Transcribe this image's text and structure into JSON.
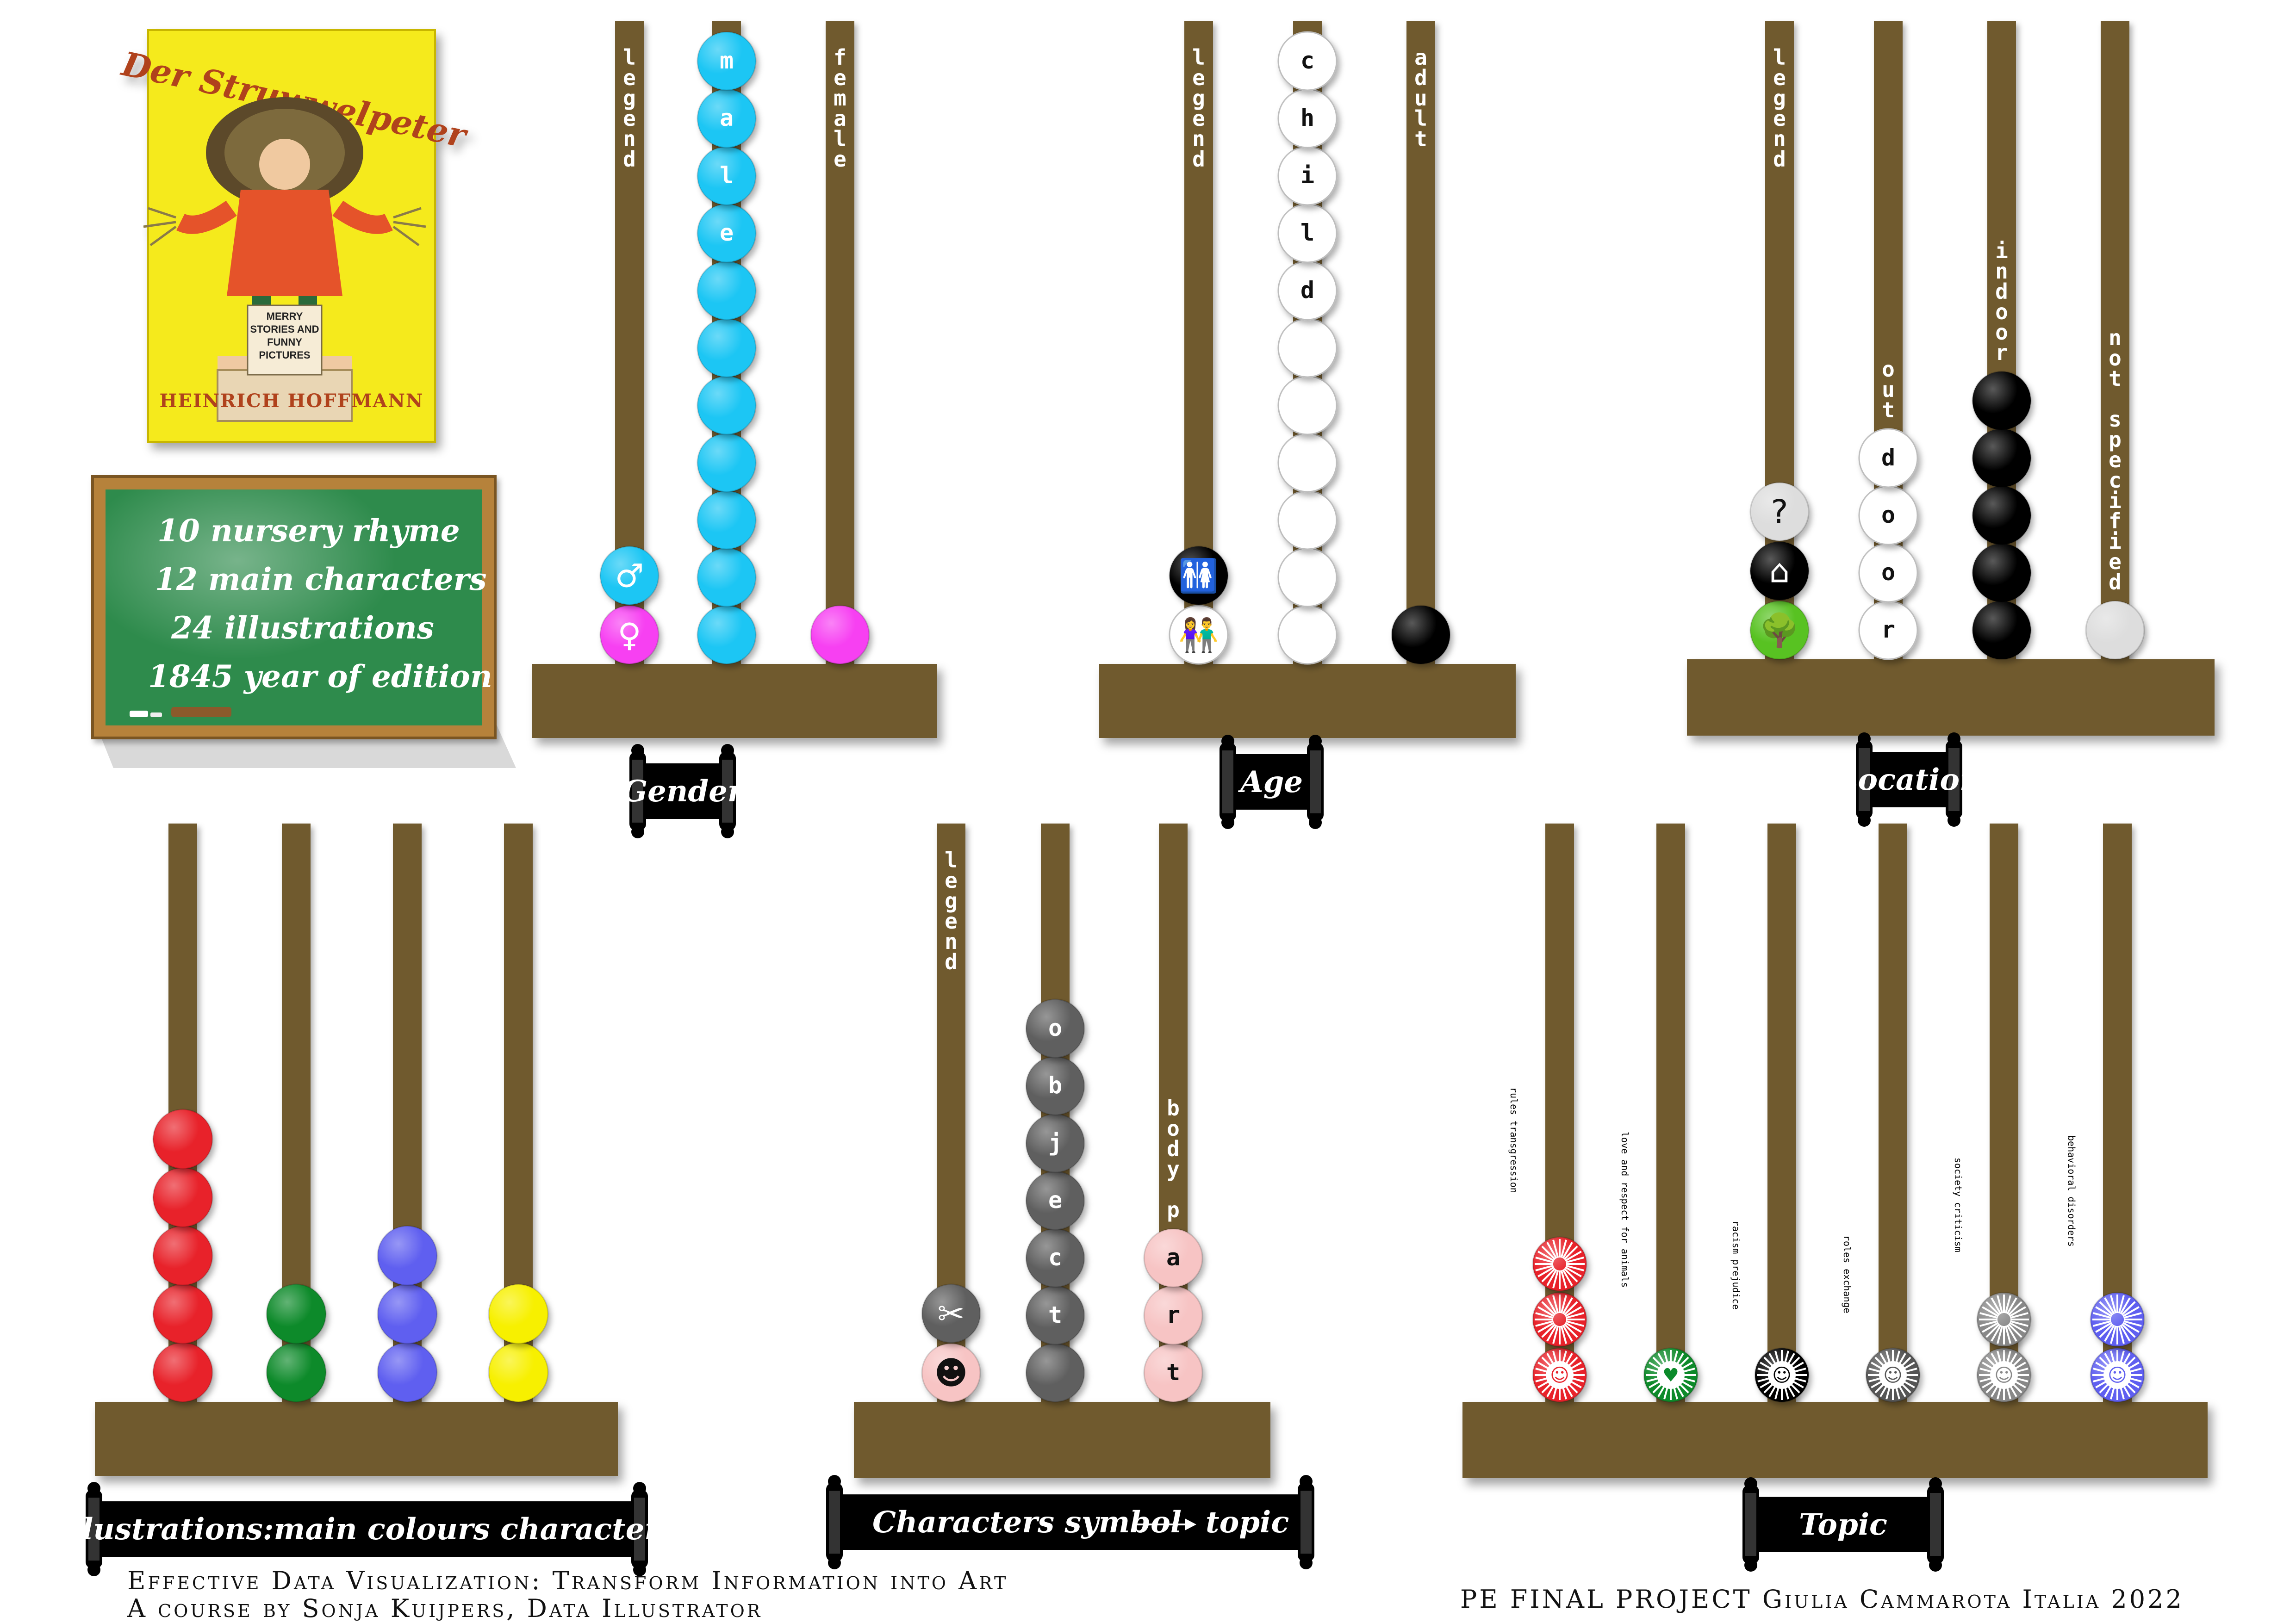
{
  "colors": {
    "wood": "#6f5a2e",
    "cyan": "#1cc6f4",
    "magenta": "#f73ff2",
    "red": "#e8222a",
    "green": "#0b8a2a",
    "purple": "#5f5ff0",
    "yellow": "#f7f000",
    "grey": "#5f5f5f",
    "pink": "#f7c4c4",
    "tree_green": "#59c221",
    "board_green": "#2e8b4c",
    "book_yellow": "#f5ea1e"
  },
  "book": {
    "title": "Der Struwwelpeter",
    "pedestal_text": "MERRY STORIES AND FUNNY PICTURES",
    "author": "HEINRICH HOFFMANN"
  },
  "blackboard": {
    "lines": [
      "10 nursery rhyme",
      "12 main characters",
      "24 illustrations",
      "1845 year of edition"
    ]
  },
  "abacuses": [
    {
      "key": "gender",
      "label": "Gender",
      "rods": [
        {
          "label": "legend",
          "role": "legend",
          "beads": [
            {
              "color": "#f73ff2",
              "icon": "female-symbol-icon",
              "glyph": "♀"
            },
            {
              "color": "#1cc6f4",
              "icon": "male-symbol-icon",
              "glyph": "♂"
            }
          ]
        },
        {
          "label": "male",
          "count": 11,
          "color": "#1cc6f4"
        },
        {
          "label": "female",
          "count": 1,
          "color": "#f73ff2"
        }
      ]
    },
    {
      "key": "age",
      "label": "Age",
      "rods": [
        {
          "label": "legend",
          "role": "legend",
          "beads": [
            {
              "color": "#ffffff",
              "icon": "children-icon",
              "glyph": "👫"
            },
            {
              "color": "#000000",
              "icon": "adults-icon",
              "glyph": "🚻"
            }
          ]
        },
        {
          "label": "child",
          "count": 11,
          "color": "#ffffff"
        },
        {
          "label": "adult",
          "count": 1,
          "color": "#000000"
        }
      ]
    },
    {
      "key": "location",
      "label": "Location",
      "rods": [
        {
          "label": "legend",
          "role": "legend",
          "beads": [
            {
              "color": "#59c221",
              "icon": "tree-icon",
              "glyph": "🌳"
            },
            {
              "color": "#000000",
              "icon": "house-icon",
              "glyph": "⌂"
            },
            {
              "color": "#dddddd",
              "icon": "question-mark-icon",
              "glyph": "?"
            }
          ]
        },
        {
          "label": "outdoor",
          "count": 4,
          "color": "#ffffff",
          "letters": "door",
          "bead_letters": "door",
          "visible_text": "outdoor"
        },
        {
          "label": "indoor",
          "count": 5,
          "color": "#000000"
        },
        {
          "label": "not specified",
          "count": 1,
          "color": "#dddddd"
        }
      ]
    },
    {
      "key": "colours",
      "label": "Illustrations:main colours characters",
      "rods": [
        {
          "label": "",
          "count": 5,
          "color": "#e8222a"
        },
        {
          "label": "",
          "count": 2,
          "color": "#0b8a2a"
        },
        {
          "label": "",
          "count": 3,
          "color": "#5f5ff0"
        },
        {
          "label": "",
          "count": 2,
          "color": "#f7f000"
        }
      ]
    },
    {
      "key": "symbol",
      "label": "Characters symbol",
      "label_suffix": "topic",
      "rods": [
        {
          "label": "legend",
          "role": "legend",
          "beads": [
            {
              "color": "#f7c4c4",
              "icon": "hair-head-icon",
              "glyph": "☻"
            },
            {
              "color": "#5f5f5f",
              "icon": "scissors-icon",
              "glyph": "✂"
            }
          ]
        },
        {
          "label": "object",
          "count": 7,
          "color": "#5f5f5f"
        },
        {
          "label": "body part",
          "count": 3,
          "color": "#f7c4c4"
        }
      ]
    },
    {
      "key": "topic",
      "label": "Topic",
      "rods": [
        {
          "label": "rules transgression",
          "count": 3,
          "color": "#e8222a",
          "icon": "rules-icon"
        },
        {
          "label": "love and respect for animals",
          "count": 1,
          "color": "#0b8a2a",
          "icon": "heart-icon"
        },
        {
          "label": "racism prejudice",
          "count": 1,
          "color": "#000000",
          "icon": "racism-icon"
        },
        {
          "label": "roles exchange",
          "count": 1,
          "color": "#555555",
          "icon": "roles-icon"
        },
        {
          "label": "society criticism",
          "count": 2,
          "color": "#888888",
          "icon": "society-icon"
        },
        {
          "label": "behavioral disorders",
          "count": 2,
          "color": "#5f5ff0",
          "icon": "behavior-icon"
        }
      ]
    }
  ],
  "footer": {
    "course_line1": "Effective Data Visualization: Transform Information into Art",
    "course_line2": "A course by Sonja Kuijpers, Data Illustrator",
    "project": "PE FINAL PROJECT Giulia Cammarota Italia 2022"
  }
}
